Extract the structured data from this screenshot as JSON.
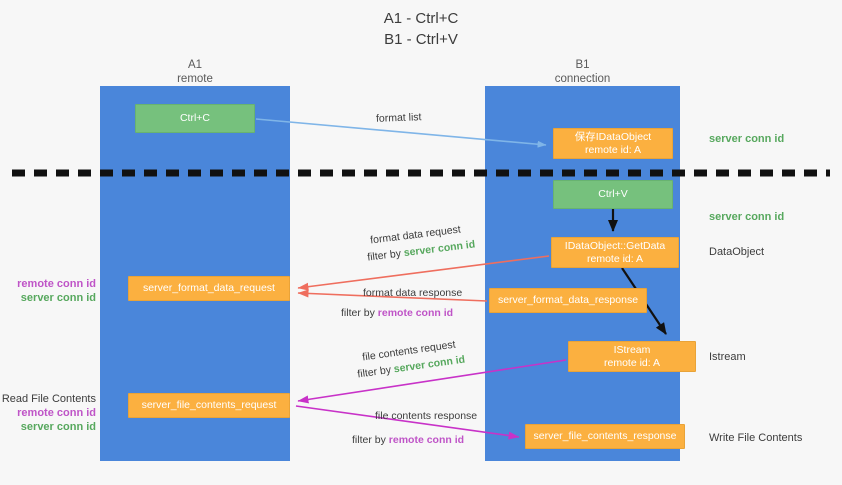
{
  "title": "A1 - Ctrl+C\nB1 - Ctrl+V",
  "lanes": [
    {
      "name": "A1",
      "role": "remote",
      "header": "A1\nremote"
    },
    {
      "name": "B1",
      "role": "connection",
      "header": "B1\nconnection"
    }
  ],
  "colors": {
    "lane": "#4a86da",
    "green_box": "#76c17d",
    "orange_box": "#fbb040",
    "server_conn_id": "#57a85e",
    "remote_conn_id": "#bf54c7",
    "format_data_arrow": "#ef6e5e",
    "file_contents_arrow": "#c832c8",
    "format_list_arrow": "#7fb5e8",
    "flow_arrow": "#111111",
    "separator": "#111111",
    "background": "#f7f7f7"
  },
  "boxes": {
    "ctrl_c": {
      "line1": "Ctrl+C",
      "line2": "",
      "kind": "green"
    },
    "save_idataobject": {
      "line1": "保存IDataObject",
      "line2": "remote id: A",
      "kind": "orange"
    },
    "ctrl_v": {
      "line1": "Ctrl+V",
      "line2": "",
      "kind": "green"
    },
    "getdata": {
      "line1": "IDataObject::GetData",
      "line2": "remote id: A",
      "kind": "orange"
    },
    "istream": {
      "line1": "IStream",
      "line2": "remote id: A",
      "kind": "orange"
    },
    "server_format_data_request": {
      "line1": "server_format_data_request",
      "line2": "",
      "kind": "orange"
    },
    "server_format_data_response": {
      "line1": "server_format_data_response",
      "line2": "",
      "kind": "orange"
    },
    "server_file_contents_request": {
      "line1": "server_file_contents_request",
      "line2": "",
      "kind": "orange"
    },
    "server_file_contents_response": {
      "line1": "server_file_contents_response",
      "line2": "",
      "kind": "orange"
    }
  },
  "right_annotations": {
    "server_conn_id_top": "server conn id",
    "server_conn_id_mid": "server conn id",
    "dataobject": "DataObject",
    "istream": "Istream",
    "write_file_contents": "Write File Contents"
  },
  "left_annotations": {
    "group_1": {
      "title": "",
      "remote": "remote conn id",
      "server": "server conn id"
    },
    "group_2": {
      "title": "Read File Contents",
      "remote": "remote conn id",
      "server": "server conn id"
    }
  },
  "edge_labels": {
    "format_list": "format list",
    "format_data_request": {
      "name": "format data request",
      "filter_prefix": "filter by ",
      "filter_value": "server conn id",
      "filter_kind": "server"
    },
    "format_data_response": {
      "name": "format data response",
      "filter_prefix": "filter by ",
      "filter_value": "remote conn id",
      "filter_kind": "remote"
    },
    "file_contents_request": {
      "name": "file contents request",
      "filter_prefix": "filter by ",
      "filter_value": "server conn id",
      "filter_kind": "server"
    },
    "file_contents_response": {
      "name": "file contents response",
      "filter_prefix": "filter by ",
      "filter_value": "remote conn id",
      "filter_kind": "remote"
    }
  }
}
